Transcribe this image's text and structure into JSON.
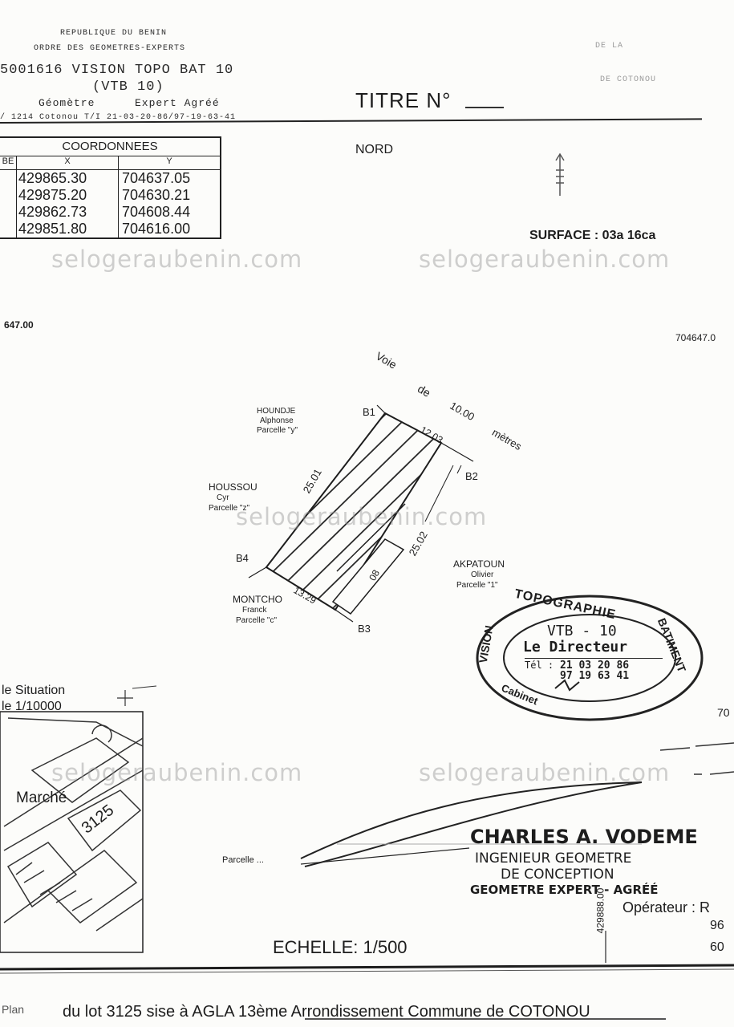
{
  "header": {
    "line1": "REPUBLIQUE DU BENIN",
    "line2": "ORDRE DES GEOMETRES-EXPERTS",
    "cabinet": "5001616 VISION TOPO BAT 10",
    "abbr": "(VTB 10)",
    "role_left": "Géomètre",
    "role_right": "Expert Agréé",
    "contact": "/ 1214 Cotonou T/I   21-03-20-86/97-19-63-41",
    "titre_label": "TITRE N°",
    "corner_note_1": "DE LA",
    "corner_note_2": "DE COTONOU"
  },
  "coords_table": {
    "title": "COORDONNEES",
    "col_borne": "BE",
    "col_x": "X",
    "col_y": "Y",
    "rows": [
      {
        "x": "429865.30",
        "y": "704637.05"
      },
      {
        "x": "429875.20",
        "y": "704630.21"
      },
      {
        "x": "429862.73",
        "y": "704608.44"
      },
      {
        "x": "429851.80",
        "y": "704616.00"
      }
    ]
  },
  "plan": {
    "nord": "NORD",
    "surface": "SURFACE : 03a 16ca",
    "left_coord": "647.00",
    "right_coord": "704647.0",
    "road_words": [
      "Voie",
      "de",
      "10.00",
      "mètres"
    ],
    "borne_b1": "B1",
    "borne_b2": "B2",
    "borne_b3": "B3",
    "borne_b4": "B4",
    "dim_top": "12.03",
    "dim_left": "25.01",
    "dim_right": "25.02",
    "dim_bottom": "13.29",
    "dim_center": "08",
    "neighbor_top": {
      "name": "HOUNDJE",
      "first": "Alphonse",
      "parcel": "Parcelle \"y\""
    },
    "neighbor_left": {
      "name": "HOUSSOU",
      "first": "Cyr",
      "parcel": "Parcelle \"z\""
    },
    "neighbor_bottom": {
      "name": "MONTCHO",
      "first": "Franck",
      "parcel": "Parcelle \"c\""
    },
    "neighbor_right": {
      "name": "AKPATOUN",
      "first": "Olivier",
      "parcel": "Parcelle \"1\""
    }
  },
  "stamp": {
    "ring_top": "TOPOGRAPHIE",
    "ring_right": "BATIMENT",
    "ring_left": "VISION",
    "ring_bottom": "Cabinet",
    "center_code": "VTB - 10",
    "center_title": "Le Directeur",
    "phone_label": "Tél :",
    "phone1": "21 03 20 86",
    "phone2": "97 19 63 41"
  },
  "situation": {
    "title": "le Situation",
    "scale": "le 1/10000",
    "marche": "Marché",
    "lot": "3125",
    "parcel_ref": "Parcelle ...",
    "right_edge": "70"
  },
  "signature": {
    "name": "CHARLES A. VODEME",
    "line1": "INGENIEUR GEOMETRE",
    "line2": "DE CONCEPTION",
    "line3": "GEOMETRE EXPERT - AGRÉÉ",
    "operator": "Opérateur : R",
    "side_num_1": "96",
    "side_num_2": "60",
    "vertical_coord": "429888.00"
  },
  "scale_label": "ECHELLE: 1/500",
  "footer": "du lot 3125 sise à AGLA  13ème Arrondissement   Commune de COTONOU",
  "footer_prefix": "Plan",
  "watermark": "selogeraubenin.com"
}
